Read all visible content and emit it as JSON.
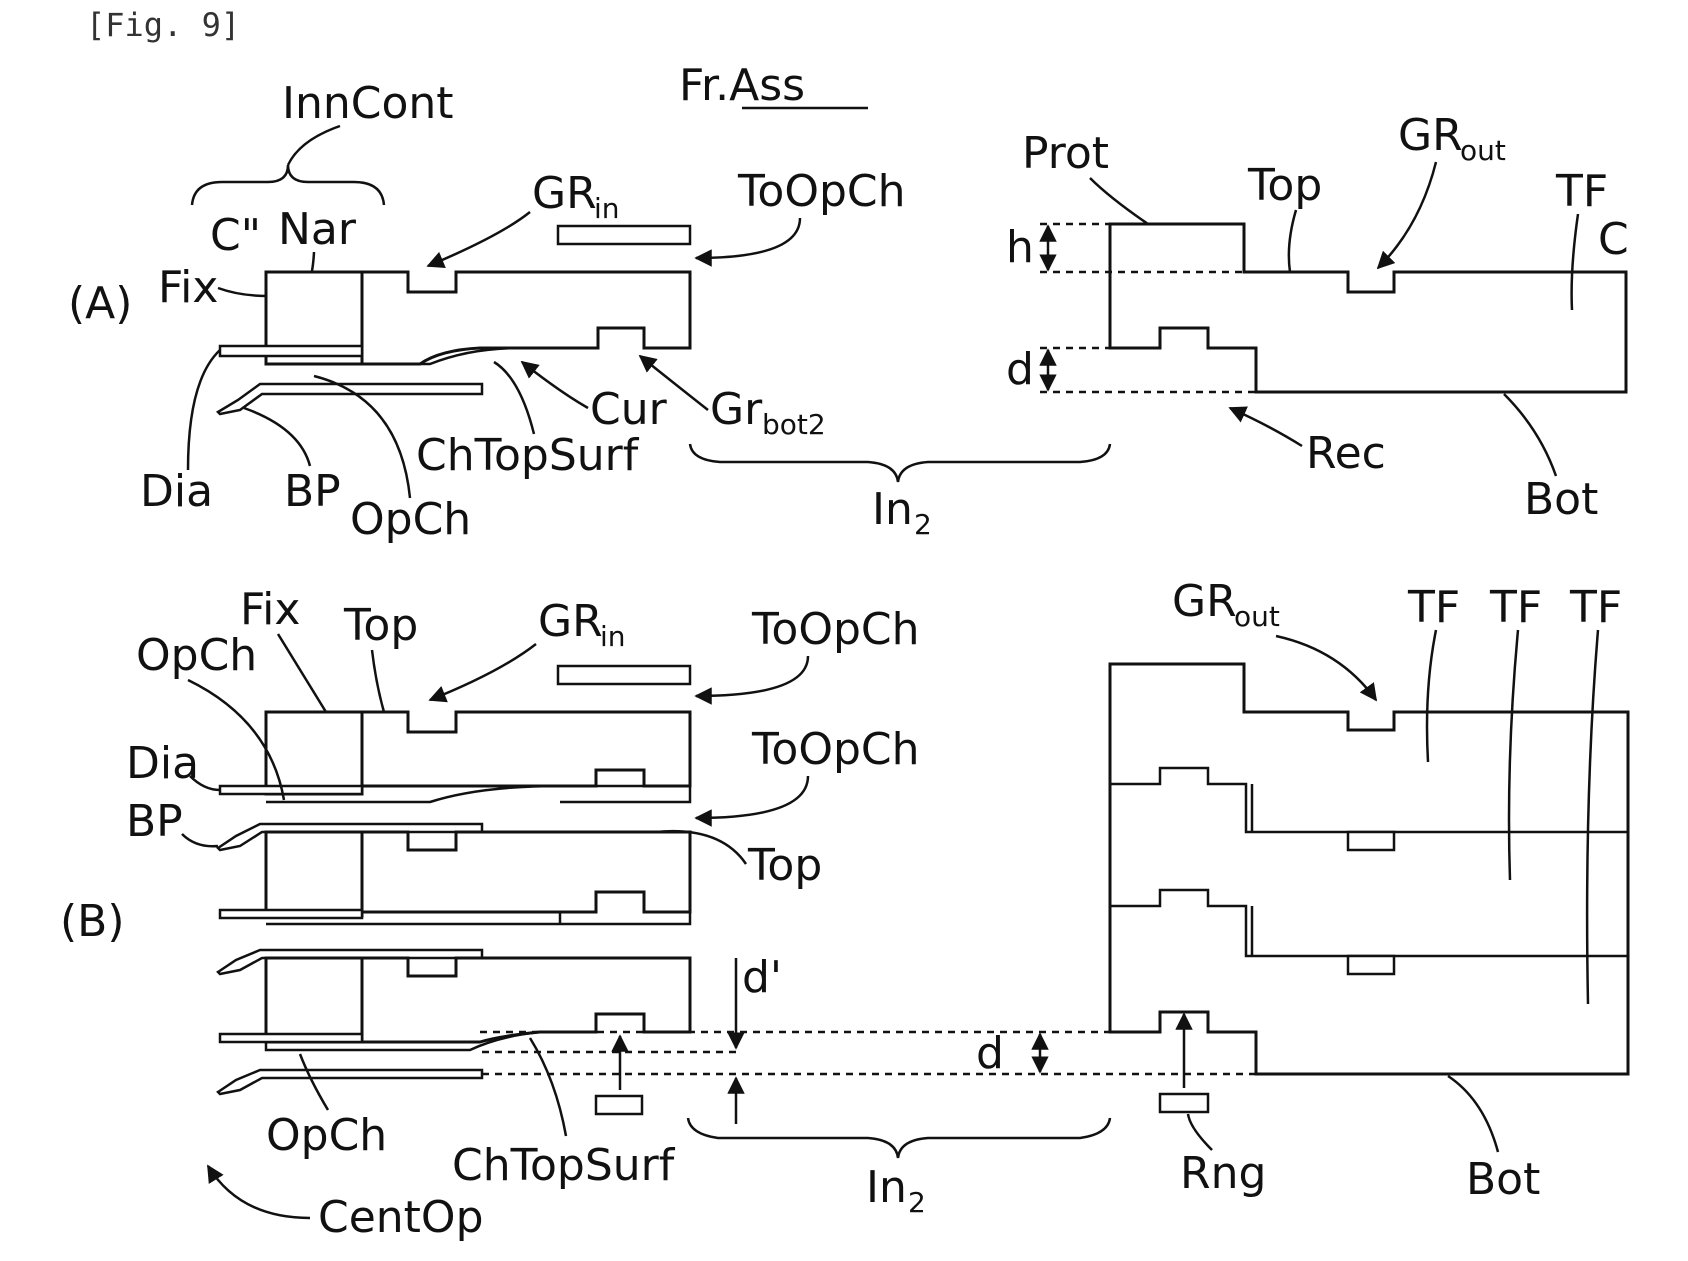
{
  "figure_label": "[Fig. 9]",
  "frame_title": "Fr.Ass",
  "panel_a": {
    "panel_label": "(A)",
    "labels": {
      "inn_cont": "InnCont",
      "c_double_prime": "C\"",
      "nar": "Nar",
      "fix": "Fix",
      "gr_in": "GR",
      "gr_in_sub": "in",
      "to_op_ch": "ToOpCh",
      "dia": "Dia",
      "bp": "BP",
      "op_ch": "OpCh",
      "ch_top_surf": "ChTopSurf",
      "cur": "Cur",
      "gr_bot2": "Gr",
      "gr_bot2_sub": "bot2",
      "in2": "In",
      "in2_sub": "2",
      "prot": "Prot",
      "h": "h",
      "d": "d",
      "top": "Top",
      "gr_out": "GR",
      "gr_out_sub": "out",
      "tf": "TF",
      "c": "C",
      "rec": "Rec",
      "bot": "Bot"
    }
  },
  "panel_b": {
    "panel_label": "(B)",
    "labels": {
      "fix": "Fix",
      "top": "Top",
      "op_ch": "OpCh",
      "gr_in": "GR",
      "gr_in_sub": "in",
      "to_op_ch_1": "ToOpCh",
      "to_op_ch_2": "ToOpCh",
      "dia": "Dia",
      "bp": "BP",
      "top_2": "Top",
      "d_prime": "d'",
      "d": "d",
      "gr_out": "GR",
      "gr_out_sub": "out",
      "tf_1": "TF",
      "tf_2": "TF",
      "tf_3": "TF",
      "op_ch_2": "OpCh",
      "ch_top_surf": "ChTopSurf",
      "in2": "In",
      "in2_sub": "2",
      "rng": "Rng",
      "bot": "Bot",
      "cent_op": "CentOp"
    }
  }
}
